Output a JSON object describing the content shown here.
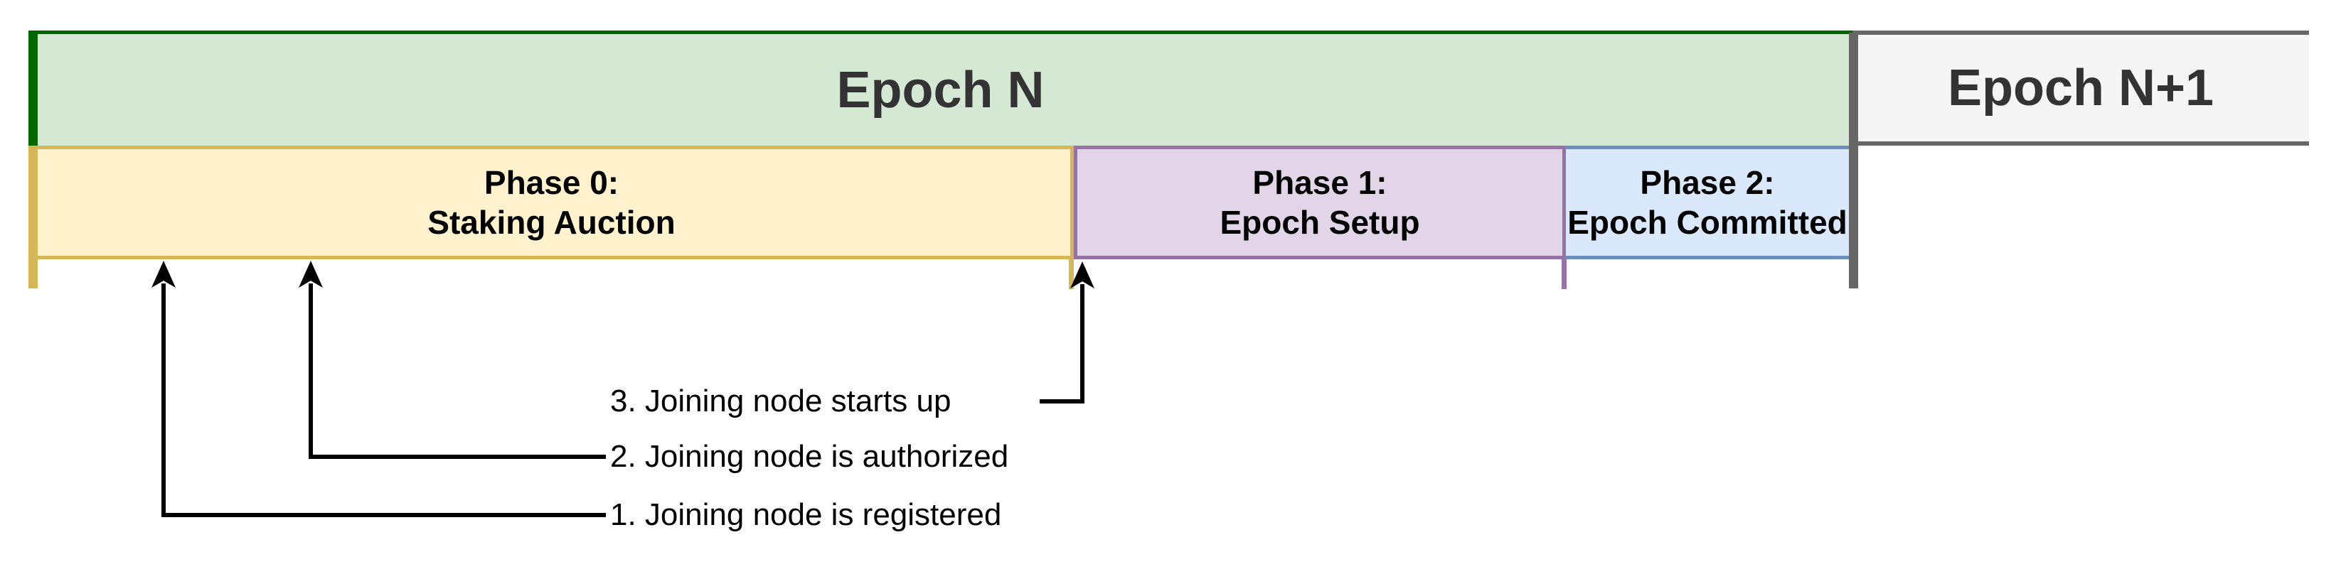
{
  "diagram": {
    "title_region": "epoch-phase-timeline",
    "epochs": [
      {
        "label": "Epoch N",
        "fill": "#d5e8d4",
        "border": "#006600",
        "text_color": "#333333"
      },
      {
        "label": "Epoch N+1",
        "fill": "#f5f5f5",
        "border": "#666666",
        "text_color": "#333333"
      }
    ],
    "phases": [
      {
        "line1": "Phase 0:",
        "line2": "Staking Auction",
        "fill": "#fff2cc",
        "border": "#d6b656"
      },
      {
        "line1": "Phase 1:",
        "line2": "Epoch Setup",
        "fill": "#e1d5e7",
        "border": "#9673a6"
      },
      {
        "line1": "Phase 2:",
        "line2": "Epoch Committed",
        "fill": "#dae8fc",
        "border": "#6c8ebf"
      }
    ],
    "annotations": [
      {
        "label": "1. Joining node is registered",
        "points_to": "early Phase 0"
      },
      {
        "label": "2. Joining node is authorized",
        "points_to": "mid Phase 0"
      },
      {
        "label": "3. Joining node starts up",
        "points_to": "end of Phase 0 / start of Phase 1"
      }
    ],
    "connector_color": "#000000",
    "background": "#ffffff"
  }
}
